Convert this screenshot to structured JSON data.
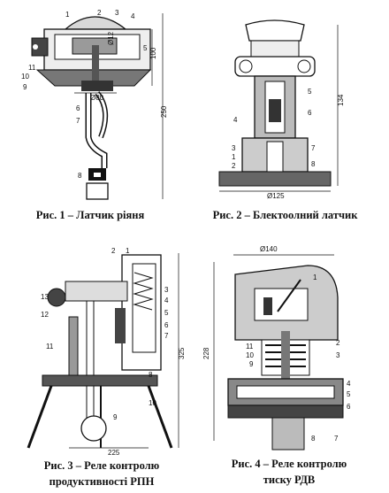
{
  "figures": [
    {
      "caption": "Рис. 1 – Латчик ріяня",
      "dims": {
        "d1": "Ø12",
        "d2": "Ø80",
        "h1": "100",
        "h2": "250"
      },
      "numbers": [
        "1",
        "2",
        "3",
        "4",
        "5",
        "6",
        "7",
        "8",
        "9",
        "10",
        "11"
      ]
    },
    {
      "caption": "Рис. 2 –  Блектоолний латчик",
      "dims": {
        "d1": "Ø125",
        "h1": "134"
      },
      "numbers": [
        "1",
        "2",
        "3",
        "4",
        "5",
        "6",
        "7",
        "8"
      ]
    },
    {
      "caption_line1": "Рис. 3 – Реле контролю",
      "caption_line2": "продуктивності РПН",
      "dims": {
        "w1": "225",
        "h1": "325"
      },
      "numbers": [
        "1",
        "2",
        "3",
        "4",
        "5",
        "6",
        "7",
        "8",
        "9",
        "10",
        "11",
        "12",
        "13"
      ]
    },
    {
      "caption_line1": "Рис. 4 – Реле контролю",
      "caption_line2": "тиску РДВ",
      "dims": {
        "d1": "Ø140",
        "h1": "228"
      },
      "numbers": [
        "1",
        "2",
        "3",
        "4",
        "5",
        "6",
        "7",
        "8",
        "9",
        "10",
        "11"
      ]
    }
  ]
}
